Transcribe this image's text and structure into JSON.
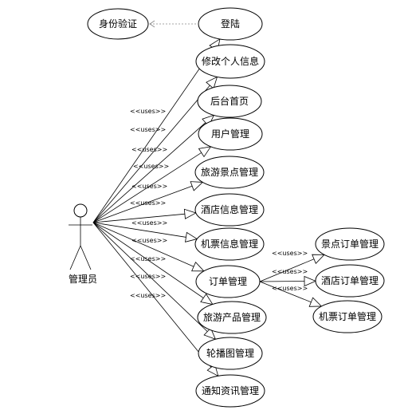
{
  "actor": {
    "label": "管理员"
  },
  "auth": {
    "label": "身份验证"
  },
  "use_cases": [
    {
      "id": "login",
      "label": "登陆"
    },
    {
      "id": "edit-profile",
      "label": "修改个人信息"
    },
    {
      "id": "backend-home",
      "label": "后台首页"
    },
    {
      "id": "user-mgmt",
      "label": "用户管理"
    },
    {
      "id": "scenic-mgmt",
      "label": "旅游景点管理"
    },
    {
      "id": "hotel-info-mgmt",
      "label": "酒店信息管理"
    },
    {
      "id": "ticket-info-mgmt",
      "label": "机票信息管理"
    },
    {
      "id": "order-mgmt",
      "label": "订单管理"
    },
    {
      "id": "product-mgmt",
      "label": "旅游产品管理"
    },
    {
      "id": "carousel-mgmt",
      "label": "轮播图管理"
    },
    {
      "id": "news-mgmt",
      "label": "通知资讯管理"
    }
  ],
  "sub_use_cases": [
    {
      "id": "scenic-order-mgmt",
      "label": "景点订单管理"
    },
    {
      "id": "hotel-order-mgmt",
      "label": "酒店订单管理"
    },
    {
      "id": "ticket-order-mgmt",
      "label": "机票订单管理"
    }
  ],
  "uses_label": "<<uses>>"
}
